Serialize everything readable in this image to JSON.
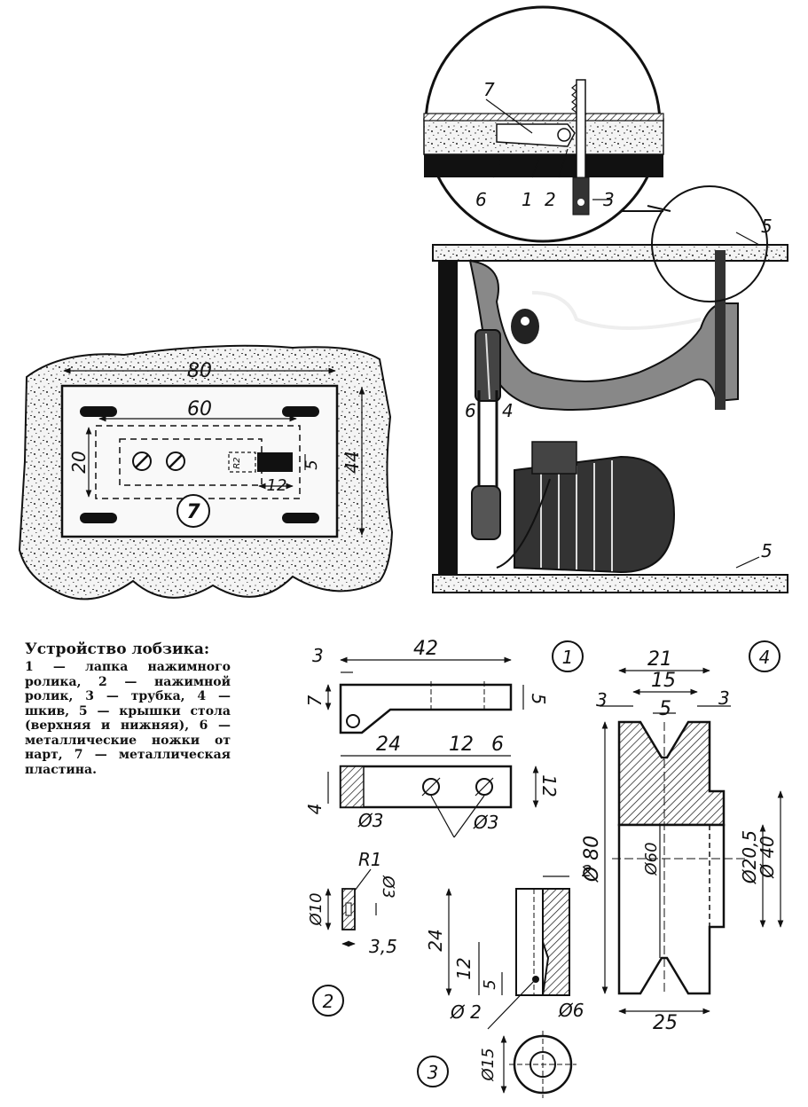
{
  "caption": {
    "title": "Устройство лобзика:",
    "body": "1 — лапка нажимного ролика, 2 — нажимной ролик, 3 — трубка, 4 — шкив, 5 — крышки стола (верхняя и нижняя), 6 — металлические ножки от нарт, 7 — металлическая пластина."
  },
  "plate": {
    "label": "7",
    "dims": {
      "width": "80",
      "holes": "60",
      "height_inner": "20",
      "height": "44",
      "slot_w": "12",
      "slot_h": "5",
      "slot_r": "R2"
    }
  },
  "machine": {
    "labels": {
      "top_cover": "5",
      "bottom_cover": "5",
      "pulley": "4",
      "legs": "6"
    },
    "detail_labels": {
      "plate": "7",
      "legs": "6",
      "foot": "1",
      "roller": "2",
      "tube": "3"
    }
  },
  "part1": {
    "label": "1",
    "dims": {
      "length": "42",
      "offset": "3",
      "height_left": "7",
      "height_right": "5",
      "a": "24",
      "b": "12",
      "c": "6",
      "depth": "12",
      "left": "4",
      "hole1": "Ø3",
      "hole2": "Ø3"
    }
  },
  "part2": {
    "label": "2",
    "dims": {
      "radius": "R1",
      "bore": "Ø3",
      "diameter": "Ø10",
      "width": "3,5"
    }
  },
  "part3": {
    "label": "3",
    "dims": {
      "wall": "2",
      "length": "24",
      "slot": "12",
      "hole_pos": "5",
      "hole": "Ø 2",
      "outer": "Ø6",
      "flange": "Ø15"
    }
  },
  "part4": {
    "label": "4",
    "dims": {
      "top": "21",
      "groove": "15",
      "bottom_groove": "5",
      "rim_left": "3",
      "rim_right": "3",
      "outer": "Ø 80",
      "inner": "Ø60",
      "hub": "Ø20,5",
      "hub_outer": "Ø 40",
      "width": "25"
    }
  }
}
